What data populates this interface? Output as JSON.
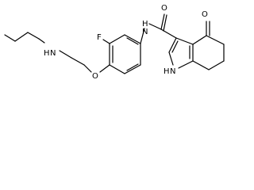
{
  "molecule": {
    "atoms": {
      "nh_amine": "H",
      "n_amine": "N",
      "f": "F",
      "o_ether": "O",
      "h_amide": "H",
      "n_amide": "N",
      "o_amide": "O",
      "o_ketone": "O",
      "h_pyrrole": "H",
      "n_pyrrole": "N"
    }
  }
}
